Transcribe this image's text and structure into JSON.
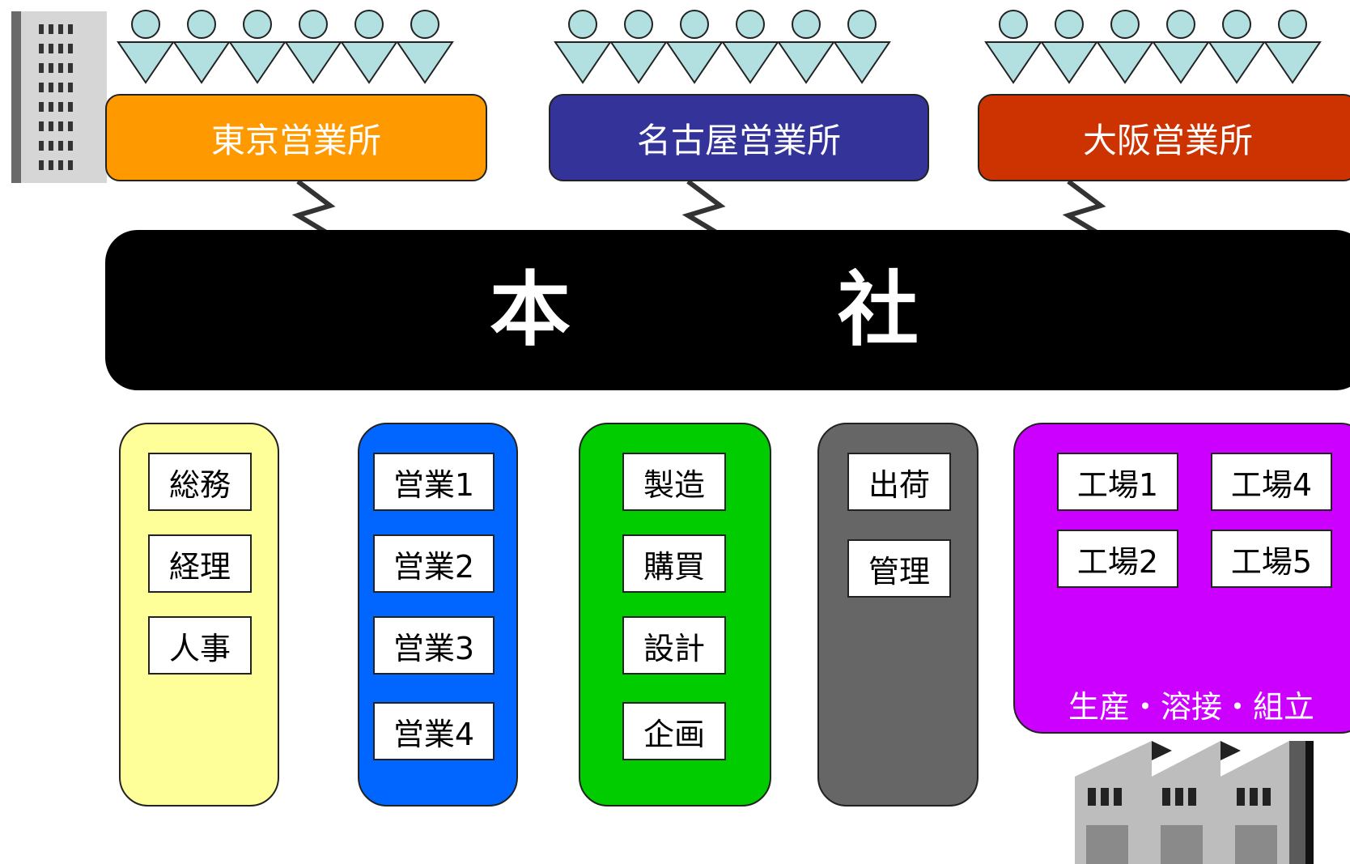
{
  "colors": {
    "person": "#b2dfe0",
    "tokyo": "#ff9900",
    "nagoya": "#333399",
    "osaka": "#cc3300",
    "hq": "#000000",
    "admin": "#ffff99",
    "sales": "#0066ff",
    "manufacturing": "#00cc00",
    "shipping": "#666666",
    "factory": "#cc00ff"
  },
  "branches": {
    "tokyo": {
      "label": "東京営業所"
    },
    "nagoya": {
      "label": "名古屋営業所"
    },
    "osaka": {
      "label": "大阪営業所"
    }
  },
  "hq": {
    "char_1": "本",
    "char_2": "社"
  },
  "departments": {
    "admin": {
      "items": [
        "総務",
        "経理",
        "人事"
      ]
    },
    "sales": {
      "items": [
        "営業1",
        "営業2",
        "営業3",
        "営業4"
      ]
    },
    "manufacturing": {
      "items": [
        "製造",
        "購買",
        "設計",
        "企画"
      ]
    },
    "shipping": {
      "items": [
        "出荷",
        "管理"
      ]
    },
    "factory": {
      "items": [
        "工場1",
        "工場4",
        "工場2",
        "工場5"
      ],
      "caption": "生産・溶接・組立"
    }
  },
  "icons": {
    "office_building": "office-building-icon",
    "factory": "factory-icon",
    "person": "person-icon",
    "link": "zigzag-link-icon"
  }
}
